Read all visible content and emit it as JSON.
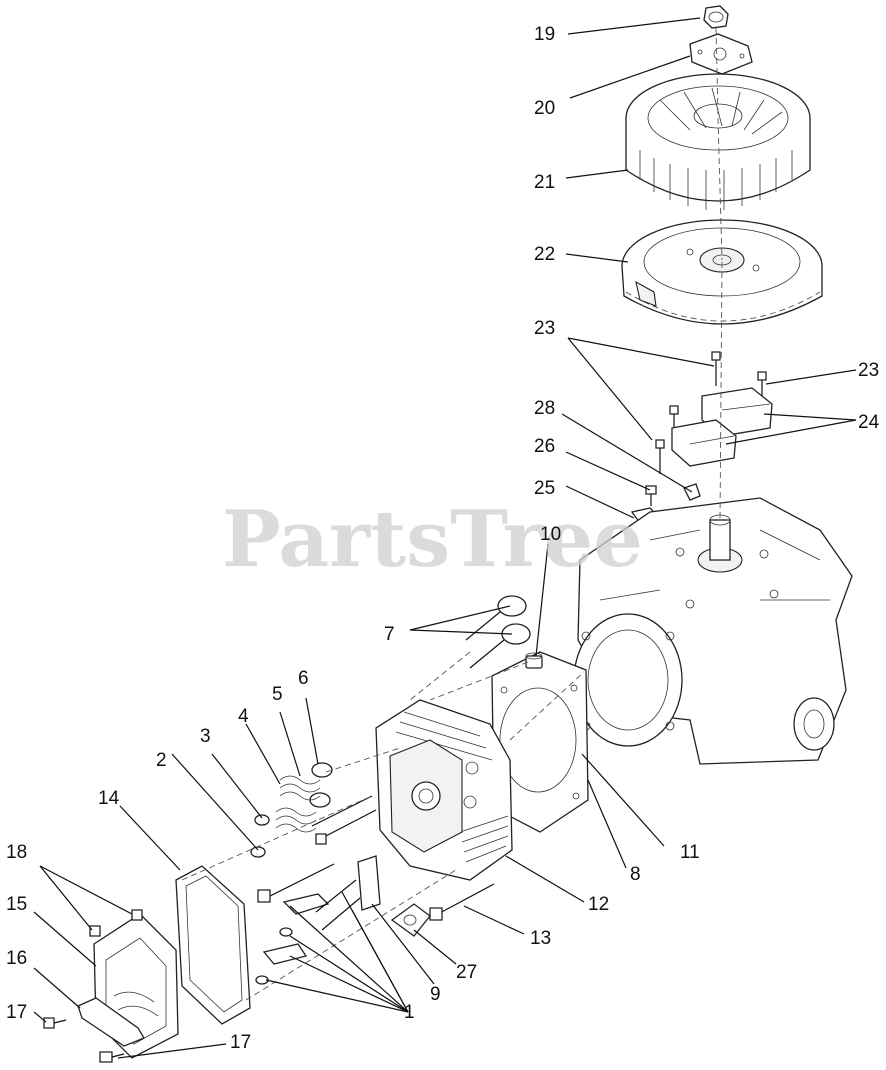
{
  "watermark": "PartsTree",
  "callouts": {
    "c1": "1",
    "c2": "2",
    "c3": "3",
    "c4": "4",
    "c5": "5",
    "c6": "6",
    "c7": "7",
    "c8": "8",
    "c9": "9",
    "c10": "10",
    "c11": "11",
    "c12": "12",
    "c13": "13",
    "c14": "14",
    "c15": "15",
    "c16": "16",
    "c17a": "17",
    "c17b": "17",
    "c18": "18",
    "c19": "19",
    "c20": "20",
    "c21": "21",
    "c22": "22",
    "c23a": "23",
    "c23b": "23",
    "c24": "24",
    "c25": "25",
    "c26": "26",
    "c27": "27",
    "c28": "28"
  }
}
